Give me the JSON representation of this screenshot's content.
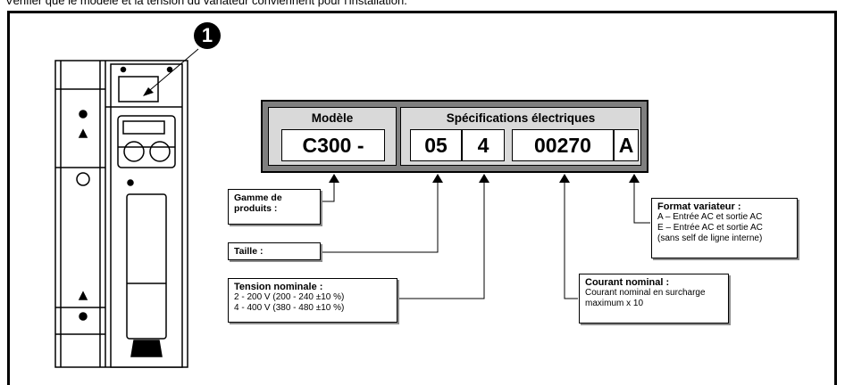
{
  "caption": "Vérifier que le modèle et la tension du variateur conviennent pour l'installation.",
  "callout_number": "1",
  "code": {
    "model_header": "Modèle",
    "model_value": "C300  -",
    "spec_header": "Spécifications électriques",
    "cells": [
      "05",
      "4",
      "00270",
      "A"
    ]
  },
  "labels": {
    "range": {
      "title": "Gamme de produits :"
    },
    "size": {
      "title": "Taille :"
    },
    "voltage": {
      "title": "Tension nominale :",
      "lines": [
        "2 - 200 V (200 - 240 ±10 %)",
        "4 - 400 V (380 - 480 ±10 %)"
      ]
    },
    "current": {
      "title": "Courant nominal :",
      "lines": [
        "Courant nominal en surcharge",
        "maximum x 10"
      ]
    },
    "format": {
      "title": "Format variateur :",
      "lines": [
        "A – Entrée AC et sortie AC",
        "E – Entrée AC et sortie AC",
        "(sans self de ligne interne)"
      ]
    }
  },
  "colors": {
    "bar": "#7f7f7f",
    "header_fill": "#d9d9d9",
    "shadow": "#8c8c8c"
  }
}
